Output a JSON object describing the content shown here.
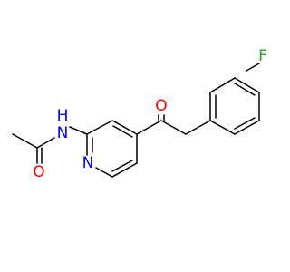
{
  "atoms": {
    "n_amide": {
      "element": "N",
      "label": "N",
      "color": "#0000ff"
    },
    "h_amide": {
      "element": "H",
      "label": "H",
      "color": "#0000ff"
    },
    "o_acetyl": {
      "element": "O",
      "label": "O",
      "color": "#ff0000"
    },
    "n_pyridine": {
      "element": "N",
      "label": "N",
      "color": "#0000ff"
    },
    "o_ketone": {
      "element": "O",
      "label": "O",
      "color": "#ff0000"
    },
    "f_aryl": {
      "element": "F",
      "label": "F",
      "color": "#2e9b2e"
    }
  },
  "bond_color": "#000000",
  "background": "#ffffff"
}
